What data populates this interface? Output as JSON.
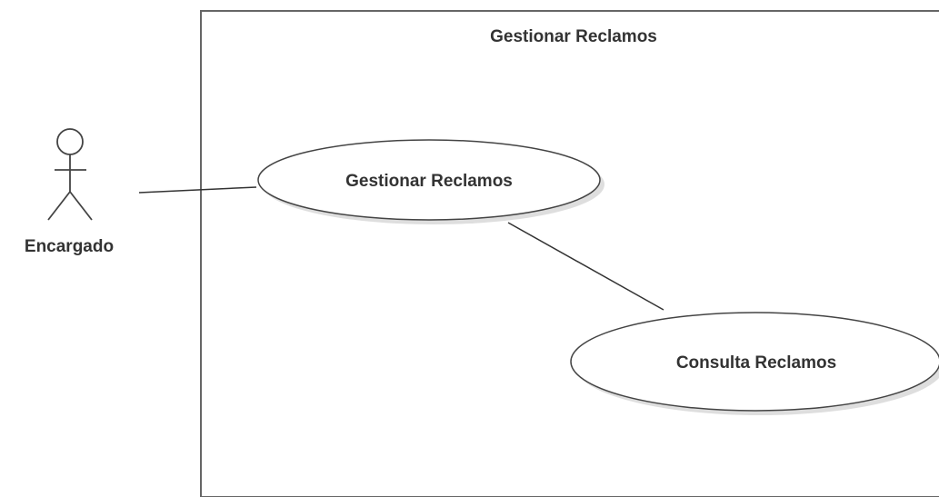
{
  "system_boundary": {
    "title": "Gestionar Reclamos"
  },
  "actor": {
    "name": "Encargado",
    "icon": "stick-figure-icon"
  },
  "use_cases": [
    {
      "label": "Gestionar Reclamos"
    },
    {
      "label": "Consulta Reclamos"
    }
  ],
  "colors": {
    "line": "#555555",
    "text": "#333333",
    "fill": "#ffffff",
    "shadow": "#dcdcdc"
  }
}
